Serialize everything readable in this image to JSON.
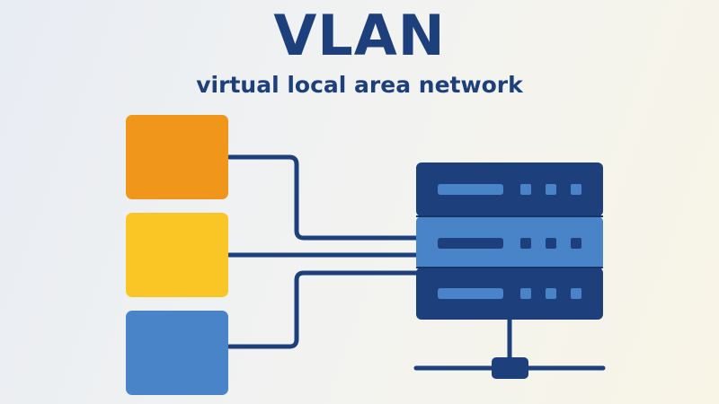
{
  "header": {
    "title": "VLAN",
    "subtitle": "virtual local area network"
  },
  "colors": {
    "title_navy": "#1d3f7c",
    "line_navy": "#1d3f7c",
    "vlan_orange": "#f0961a",
    "vlan_yellow": "#fac625",
    "vlan_blue": "#4a84c8",
    "switch_dark": "#1d3f7c",
    "switch_light": "#4a84c8",
    "slot_dark_fill": "#4a84c8",
    "slot_light_fill": "#1d3f7c"
  },
  "diagram": {
    "segments": [
      {
        "name": "vlan-segment-orange",
        "color_key": "vlan_orange"
      },
      {
        "name": "vlan-segment-yellow",
        "color_key": "vlan_yellow"
      },
      {
        "name": "vlan-segment-blue",
        "color_key": "vlan_blue"
      }
    ],
    "switch_units": [
      {
        "name": "switch-unit-top",
        "tone": "dark"
      },
      {
        "name": "switch-unit-middle",
        "tone": "light"
      },
      {
        "name": "switch-unit-bottom",
        "tone": "dark"
      }
    ],
    "icons": {
      "switch": "network-switch-icon",
      "bus": "network-bus-icon"
    }
  }
}
